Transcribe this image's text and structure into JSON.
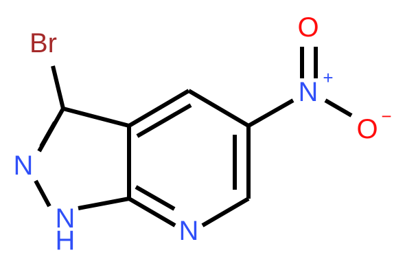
{
  "molecule": {
    "colors": {
      "bond": "#000000",
      "Br": "#a52a2a",
      "N": "#3050f8",
      "O": "#ff0d0d",
      "background": "#ffffff"
    },
    "atoms": {
      "br": {
        "symbol": "Br",
        "color_key": "Br"
      },
      "n2": {
        "symbol": "N",
        "color_key": "N"
      },
      "n1": {
        "symbol": "N",
        "color_key": "N"
      },
      "n1_h": {
        "symbol": "H",
        "color_key": "N"
      },
      "n7": {
        "symbol": "N",
        "color_key": "N"
      },
      "n_nitro": {
        "symbol": "N",
        "color_key": "N"
      },
      "n_nitro_charge": {
        "symbol": "+",
        "color_key": "N"
      },
      "o_top": {
        "symbol": "O",
        "color_key": "O"
      },
      "o_right": {
        "symbol": "O",
        "color_key": "O"
      },
      "o_right_charge": {
        "symbol": "−",
        "color_key": "O"
      }
    }
  }
}
